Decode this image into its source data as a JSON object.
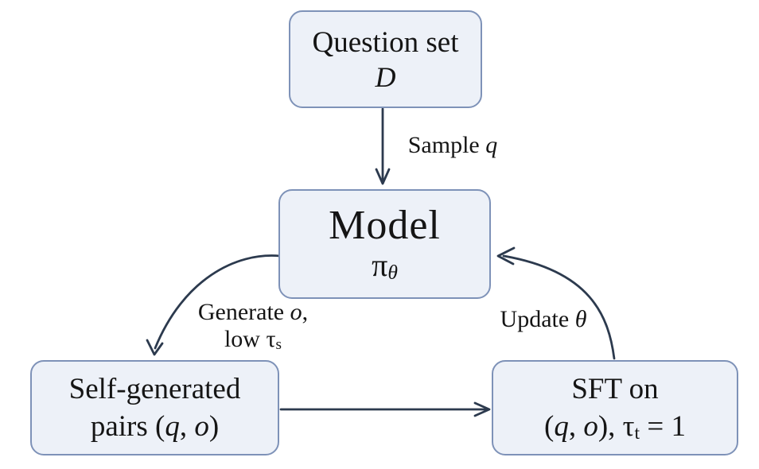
{
  "colors": {
    "background": "#ffffff",
    "box_fill": "#edf1f8",
    "box_border": "#7e92b8",
    "arrow": "#2c3a4e",
    "text": "#151515"
  },
  "boxes": {
    "question_set": {
      "title": "Question set",
      "symbol": "D"
    },
    "model": {
      "title": "Model",
      "policy_symbol": "π",
      "policy_subscript": "θ"
    },
    "self_generated": {
      "line1": "Self-generated",
      "line2_prefix": "pairs (",
      "q": "q",
      "separator": ", ",
      "o": "o",
      "line2_suffix": ")"
    },
    "sft": {
      "line1": "SFT on",
      "line2_open": "(",
      "q": "q",
      "separator": ", ",
      "o": "o",
      "line2_mid": "), ",
      "tau": "τ",
      "tau_subscript": "t",
      "equals_one": " = 1"
    }
  },
  "edges": {
    "sample": {
      "prefix": "Sample ",
      "variable": "q"
    },
    "generate": {
      "line1_prefix": "Generate ",
      "line1_variable": "o",
      "line1_suffix": ",",
      "line2_prefix": "low ",
      "line2_symbol": "τ",
      "line2_subscript": "s"
    },
    "update": {
      "prefix": "Update ",
      "variable": "θ"
    }
  }
}
